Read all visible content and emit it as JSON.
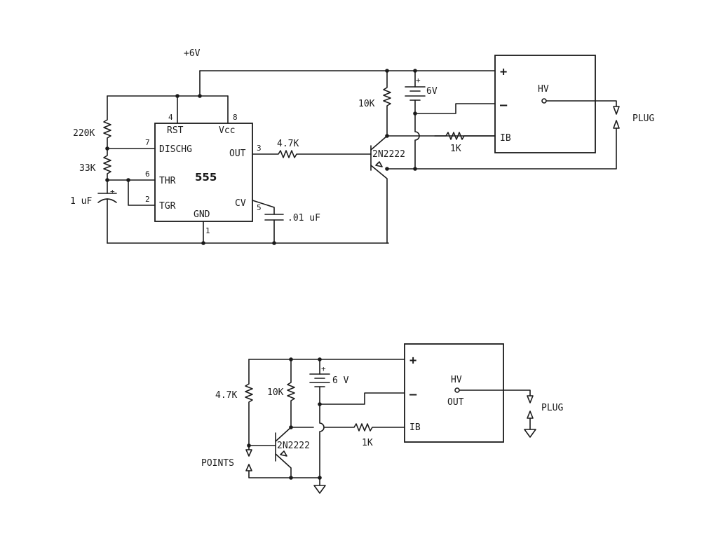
{
  "circuit1": {
    "supply": "+6V",
    "r1": "220K",
    "r2": "33K",
    "c1": "1 uF",
    "c1_pol": "+",
    "ic_name": "555",
    "pin4": "4",
    "pin8": "8",
    "pin7": "7",
    "pin6": "6",
    "pin2": "2",
    "pin3": "3",
    "pin5": "5",
    "pin1": "1",
    "rst": "RST",
    "vcc": "Vcc",
    "dischg": "DISCHG",
    "thr": "THR",
    "tgr": "TGR",
    "out": "OUT",
    "cv": "CV",
    "gnd": "GND",
    "r_base": "4.7K",
    "c_cv": ".01 uF",
    "r_col": "10K",
    "battery": "6V",
    "battery_pol": "+",
    "transistor": "2N2222",
    "r_ib": "1K",
    "mod_plus": "+",
    "mod_minus": "–",
    "mod_hv": "HV",
    "mod_ib": "IB",
    "plug": "PLUG"
  },
  "circuit2": {
    "r_base": "4.7K",
    "r_col": "10K",
    "battery": "6 V",
    "battery_pol": "+",
    "transistor": "2N2222",
    "r_ib": "1K",
    "points": "POINTS",
    "mod_plus": "+",
    "mod_minus": "–",
    "mod_hv": "HV",
    "mod_out": "OUT",
    "mod_ib": "IB",
    "plug": "PLUG"
  }
}
